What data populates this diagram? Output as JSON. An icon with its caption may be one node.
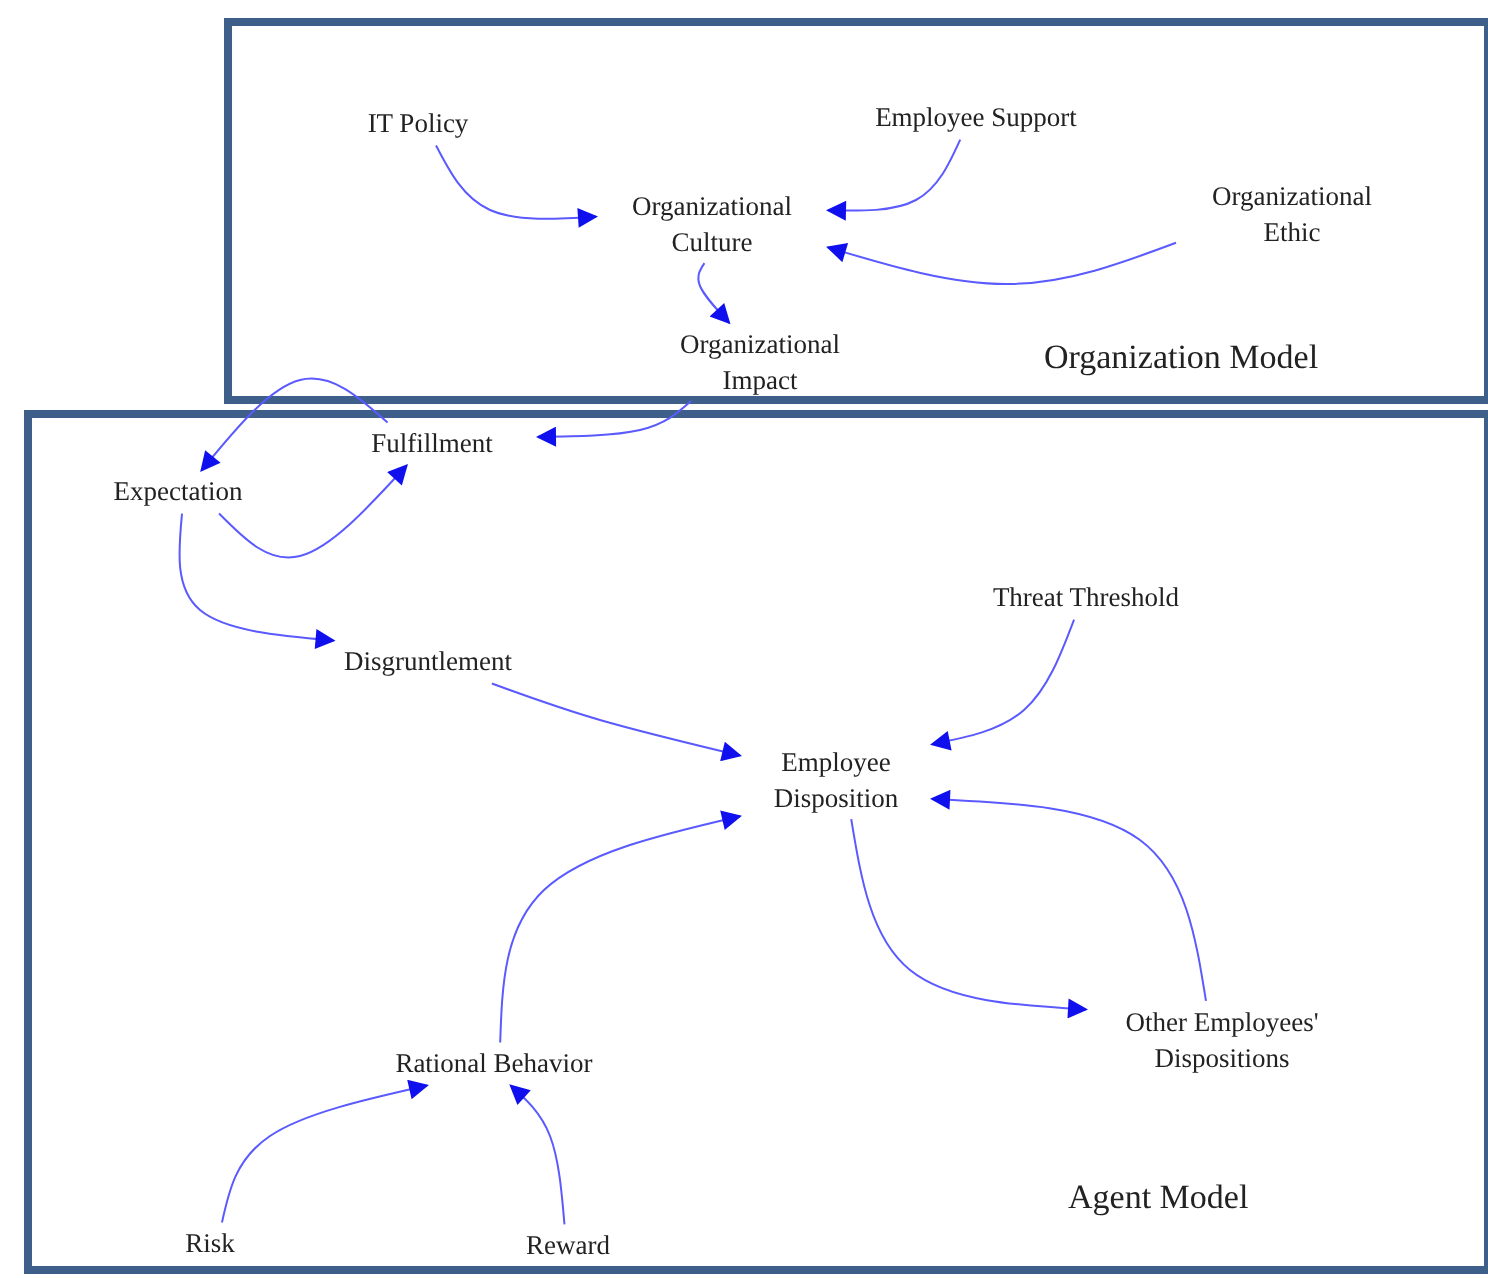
{
  "diagram": {
    "nodes": [
      {
        "text": [
          "Organization Model"
        ]
      },
      {
        "text": [
          "IT Policy"
        ],
        "in": 0
      },
      {
        "text": [
          "Employee Support"
        ],
        "in": 0
      },
      {
        "text": [
          "Organizational Culture"
        ],
        "in": 0
      },
      {
        "text": [
          "Organizational Ethic"
        ],
        "in": 0
      },
      {
        "text": [
          "Organizational Impact"
        ],
        "in": 0
      },
      {
        "text": [
          "Agent Model"
        ]
      },
      {
        "text": [
          "Fulfillment"
        ],
        "in": 6
      },
      {
        "text": [
          "Expectation"
        ],
        "in": 6
      },
      {
        "text": [
          "Threat Threshold"
        ],
        "in": 6
      },
      {
        "text": [
          "Disgruntlement"
        ],
        "in": 6
      },
      {
        "text": [
          "Employee Disposition"
        ],
        "in": 6
      },
      {
        "text": [
          "Other Employees' Dispositions"
        ],
        "in": 6
      },
      {
        "text": [
          "Rational Behavior"
        ],
        "in": 6
      },
      {
        "text": [
          "Risk"
        ],
        "in": 6
      },
      {
        "text": [
          "Reward"
        ],
        "in": 6
      }
    ],
    "edges": [
      {
        "from": 1,
        "to": 3,
        "arrow": "to"
      },
      {
        "from": 2,
        "to": 3,
        "arrow": "to"
      },
      {
        "from": 4,
        "to": 3,
        "arrow": "to"
      },
      {
        "from": 3,
        "to": 5,
        "arrow": "to"
      },
      {
        "from": 5,
        "to": 7,
        "arrow": "to"
      },
      {
        "from": 7,
        "to": 8,
        "arrow": "to"
      },
      {
        "from": 8,
        "to": 7,
        "arrow": "to"
      },
      {
        "from": 8,
        "to": 10,
        "arrow": "to"
      },
      {
        "from": 10,
        "to": 11,
        "arrow": "to"
      },
      {
        "from": 9,
        "to": 11,
        "arrow": "to"
      },
      {
        "from": 11,
        "to": 12,
        "arrow": "to"
      },
      {
        "from": 12,
        "to": 11,
        "arrow": "to"
      },
      {
        "from": 13,
        "to": 11,
        "arrow": "to"
      },
      {
        "from": 14,
        "to": 13,
        "arrow": "to"
      },
      {
        "from": 15,
        "to": 13,
        "arrow": "to"
      }
    ]
  }
}
